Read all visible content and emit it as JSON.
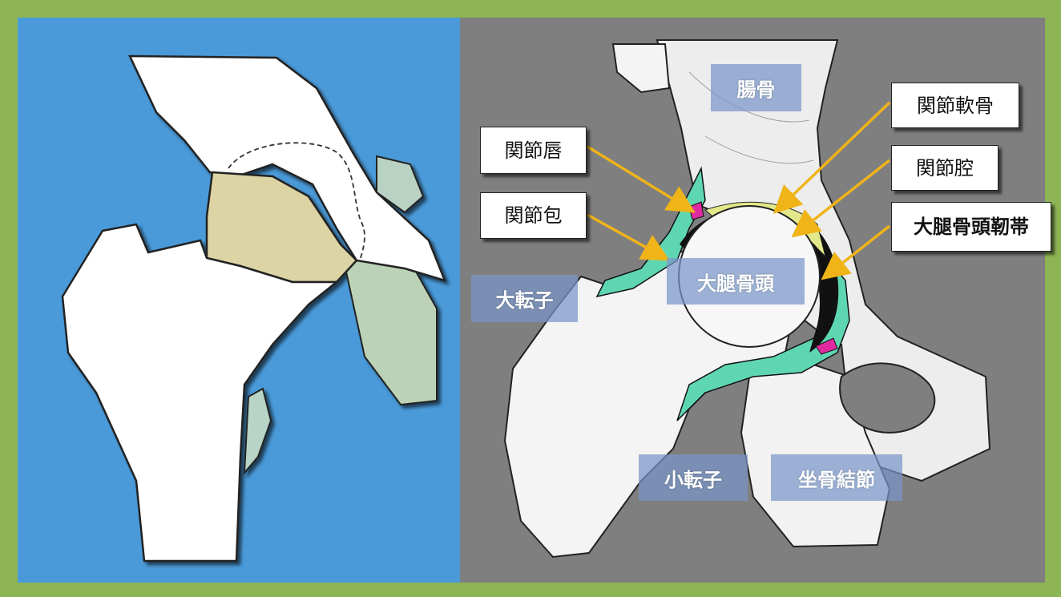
{
  "labels": {
    "chouKotsu": "腸骨",
    "kansetsuNankotsu": "関節軟骨",
    "kansetsuShin": "関節唇",
    "kansetsuKuu": "関節腔",
    "kansetsuHou": "関節包",
    "daitaikotsutouJintai": "大腿骨頭靭帯",
    "daitenshi": "大転子",
    "daitaikotsutou": "大腿骨頭",
    "shoutenshi": "小転子",
    "zakotsuKessetsu": "坐骨結節"
  },
  "colors": {
    "frame": "#8db455",
    "leftPanel": "#4a9ad9",
    "rightPanel": "#7f7f7f",
    "cartilage": "#e3e88a",
    "capsule": "#5fd6b2",
    "labrum": "#e02aa0",
    "arrow": "#f0b419"
  }
}
